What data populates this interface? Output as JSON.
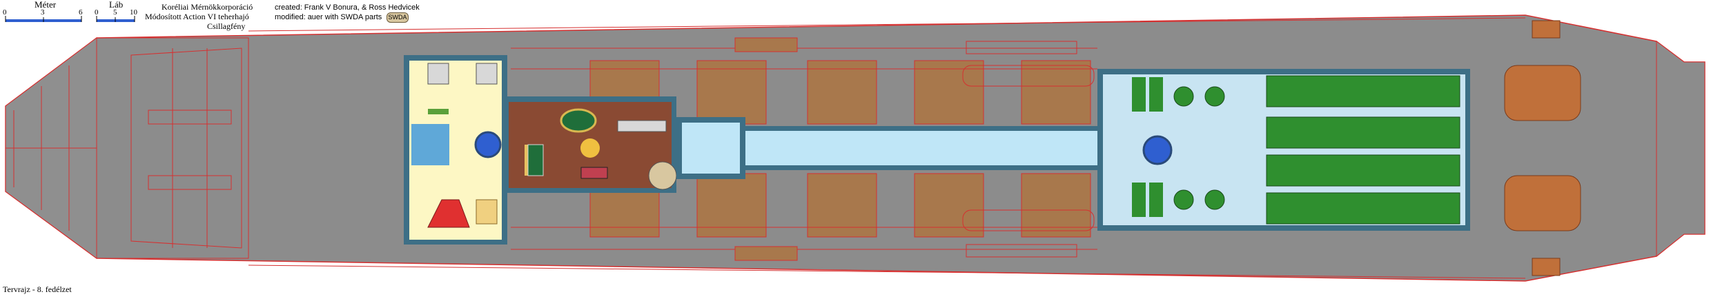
{
  "scale": {
    "meter_label": "Méter",
    "meter_ticks": [
      "0",
      "3",
      "6"
    ],
    "foot_label": "Láb",
    "foot_ticks": [
      "0",
      "5",
      "10"
    ]
  },
  "header": {
    "manufacturer": "Koréliai Mérnökkorporáció",
    "model": "Módosított Action VI teherhajó",
    "ship_name": "Csillagfény"
  },
  "credits": {
    "created": "created: Frank V Bonura, & Ross Hedvicek",
    "modified": "modified: auer with SWDA parts",
    "badge": "SWDA"
  },
  "footer": {
    "caption": "Tervrajz - 8. fedélzet"
  },
  "colors": {
    "hull": "#8c8c8c",
    "outline": "#d63030",
    "bulkhead": "#3d6f86",
    "floor_cream": "#fdf7c4",
    "floor_brown": "#8a4a33",
    "corridor": "#bfe6f7",
    "cargo_green": "#2f8f2f",
    "engine": "#c0703a",
    "hatch": "#a8784c"
  }
}
